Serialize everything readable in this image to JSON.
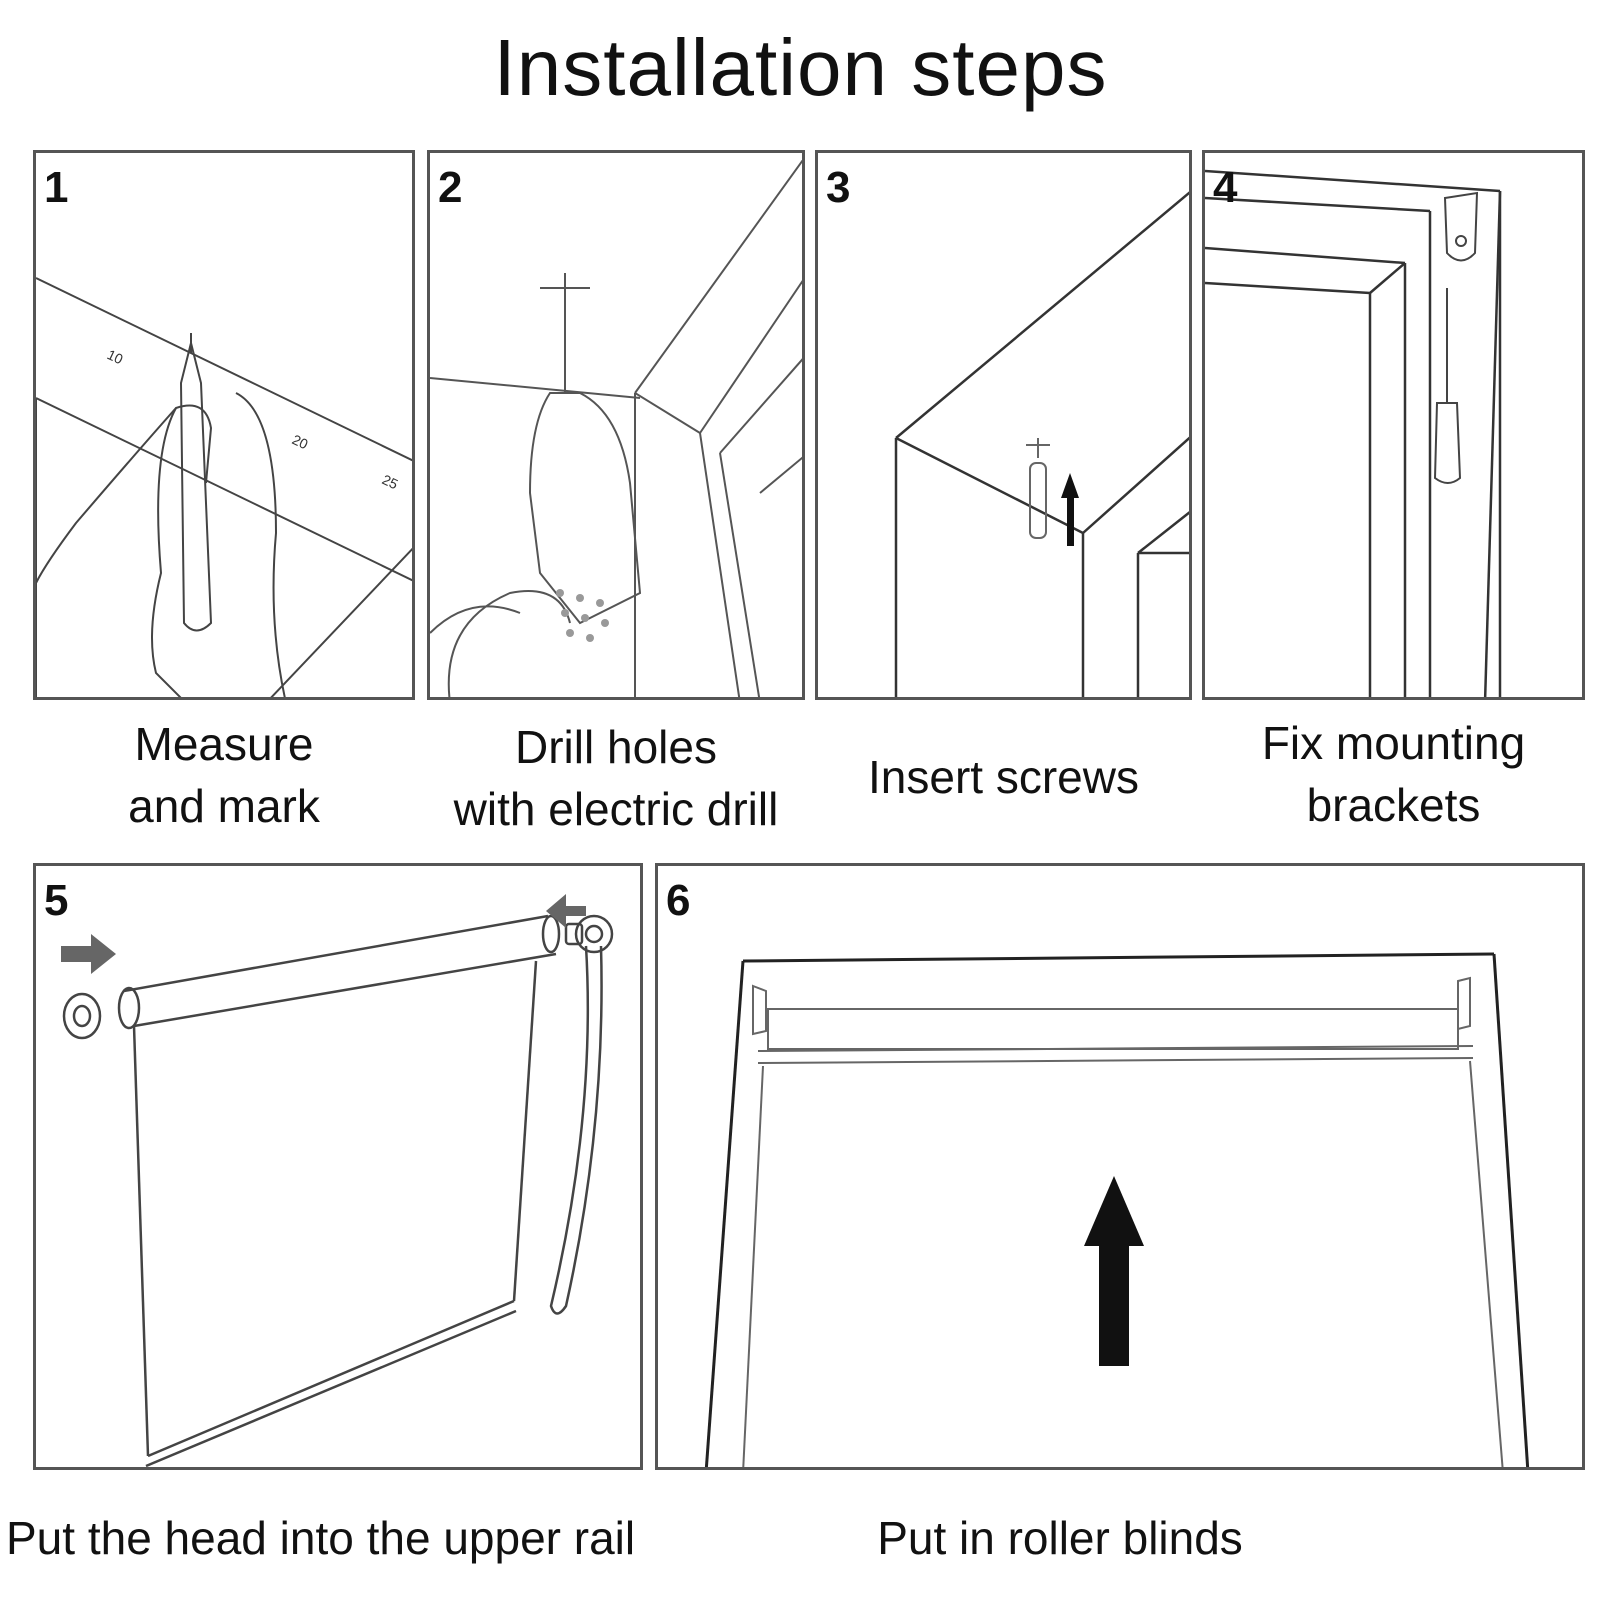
{
  "title": "Installation steps",
  "steps": [
    {
      "number": "1",
      "caption_lines": [
        "Measure",
        "and mark"
      ]
    },
    {
      "number": "2",
      "caption_lines": [
        "Drill holes",
        "with electric drill"
      ]
    },
    {
      "number": "3",
      "caption_lines": [
        "Insert screws"
      ]
    },
    {
      "number": "4",
      "caption_lines": [
        "Fix mounting",
        "brackets"
      ]
    },
    {
      "number": "5",
      "caption_lines": [
        "Put the head into the upper rail"
      ]
    },
    {
      "number": "6",
      "caption_lines": [
        "Put in roller blinds"
      ]
    }
  ],
  "ruler_marks": [
    "10",
    "20",
    "25"
  ],
  "icons": [
    "ruler-pencil-hand-icon",
    "electric-drill-icon",
    "wall-plug-screw-icon",
    "bracket-screwdriver-icon",
    "roller-blind-chain-icon",
    "window-frame-blind-icon"
  ]
}
